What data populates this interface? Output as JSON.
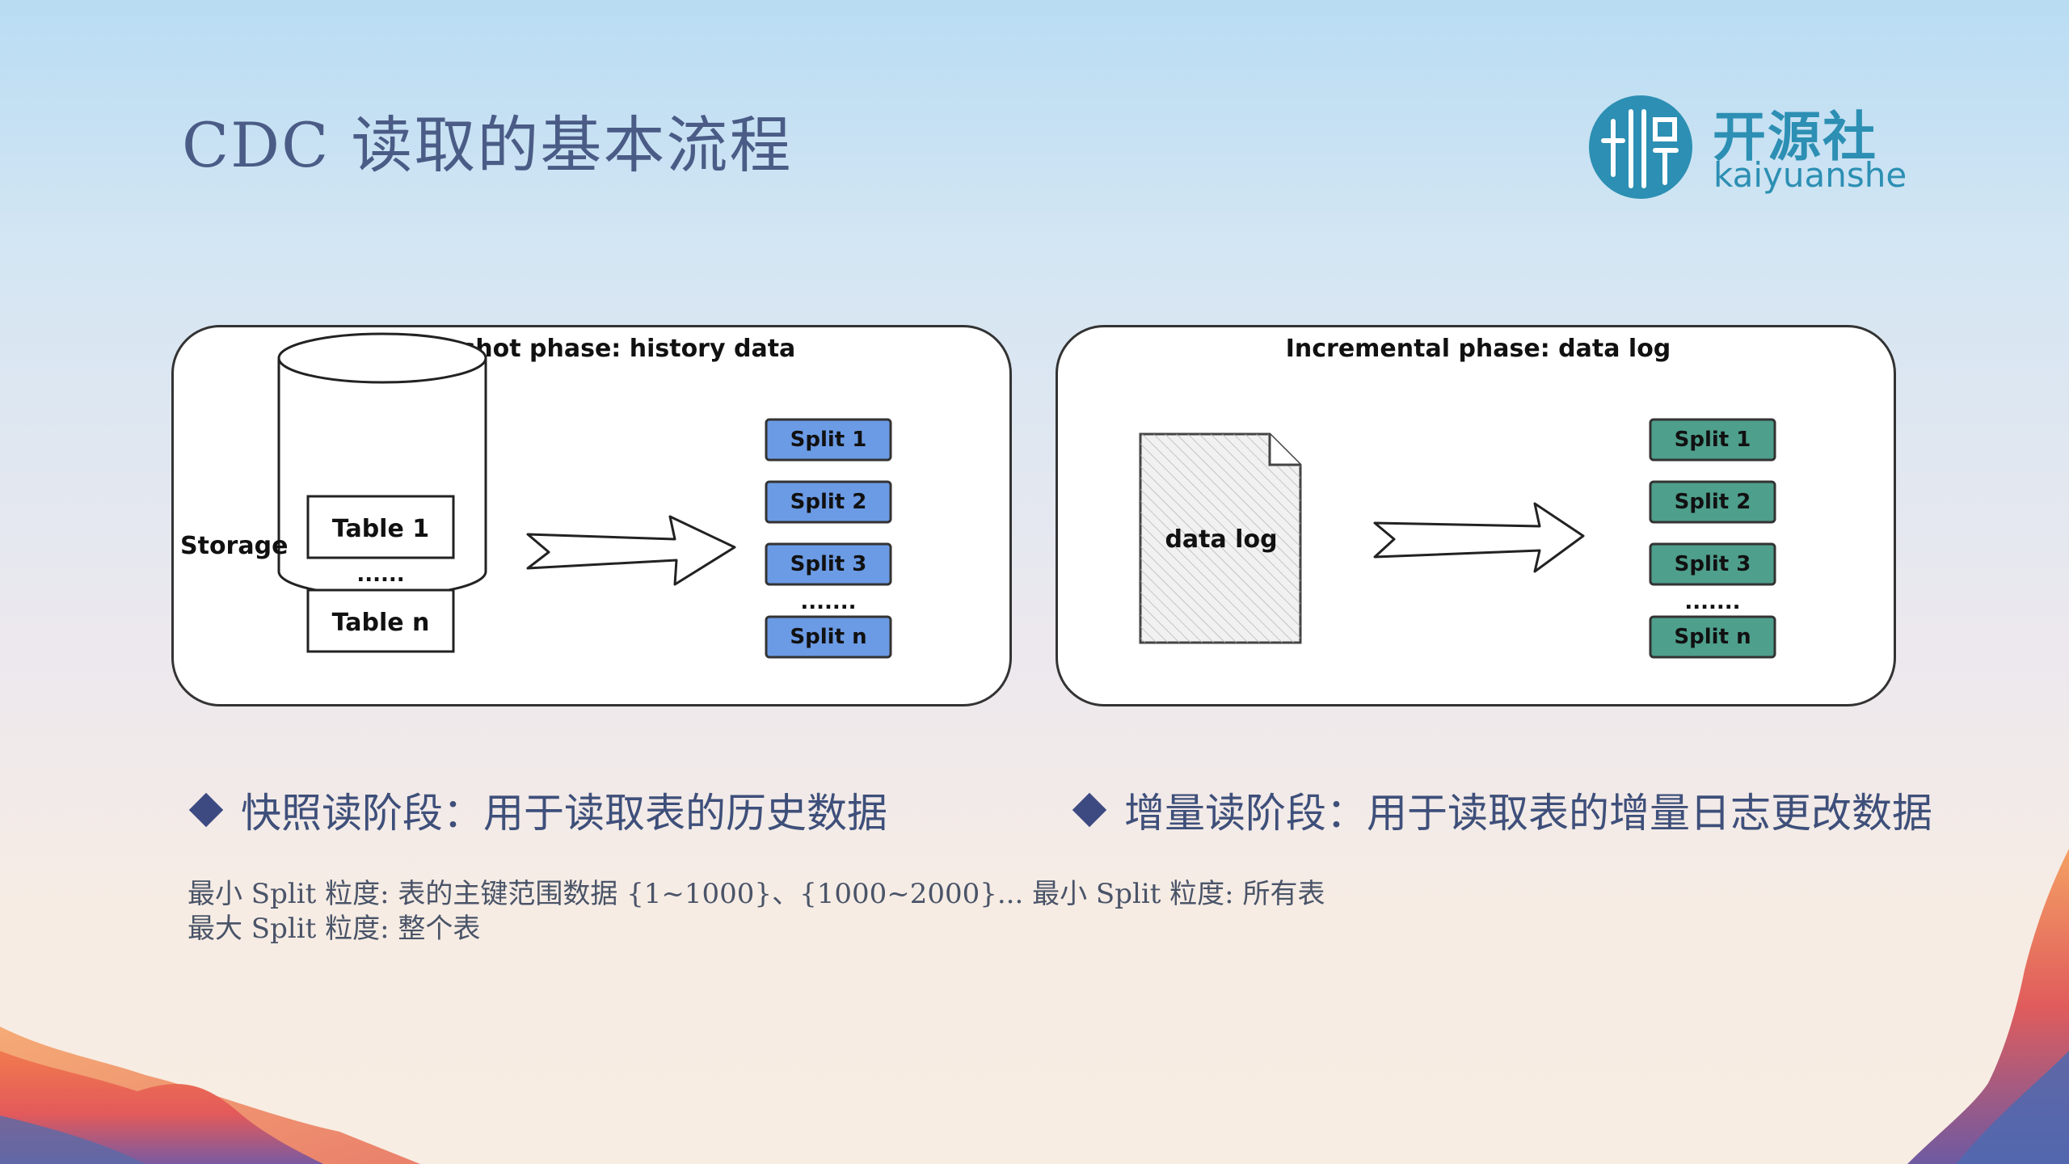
{
  "slide": {
    "title": "CDC 读取的基本流程"
  },
  "logo": {
    "name_cn": "开源社",
    "name_en": "kaiyuanshe",
    "icon": "kaiyuanshe-logo-icon",
    "color": "#2c8fb3"
  },
  "snapshot_panel": {
    "heading": "Snapshot phase: history data",
    "storage_label": "Storage",
    "tables": [
      "Table 1",
      "Table n"
    ],
    "table_ellipsis": "......",
    "splits": [
      "Split 1",
      "Split 2",
      "Split 3",
      "Split n"
    ],
    "split_ellipsis": ".......",
    "split_color": "#6b9be5"
  },
  "incremental_panel": {
    "heading": "Incremental phase: data log",
    "file_label": "data log",
    "splits": [
      "Split 1",
      "Split 2",
      "Split 3",
      "Split n"
    ],
    "split_ellipsis": ".......",
    "split_color": "#4e9f8c"
  },
  "bullets": {
    "left": "快照读阶段：用于读取表的历史数据",
    "right": "增量读阶段：用于读取表的增量日志更改数据"
  },
  "notes": {
    "line1": "最小 Split 粒度: 表的主键范围数据 {1~1000}、{1000~2000}... 最小 Split 粒度: 所有表",
    "line2": "最大 Split 粒度: 整个表"
  }
}
